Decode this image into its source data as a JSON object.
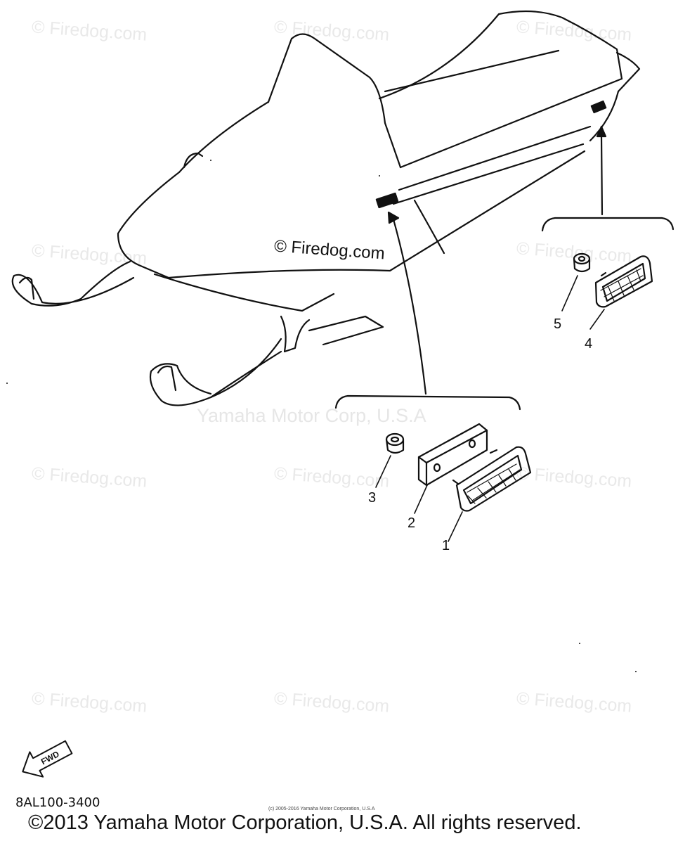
{
  "watermark": {
    "text": "© Firedog.com",
    "center_text": "© Firedog.com"
  },
  "trademark": "Yamaha Motor Corp, U.S.A",
  "callouts": {
    "c1": "1",
    "c2": "2",
    "c3": "3",
    "c4": "4",
    "c5": "5"
  },
  "fwd_label": "FWD",
  "part_code": "8AL100-3400",
  "small_copyright": "(c) 2005-2016 Yamaha Motor Corporation, U.S.A",
  "copyright": "©2013 Yamaha Motor Corporation, U.S.A. All rights reserved."
}
